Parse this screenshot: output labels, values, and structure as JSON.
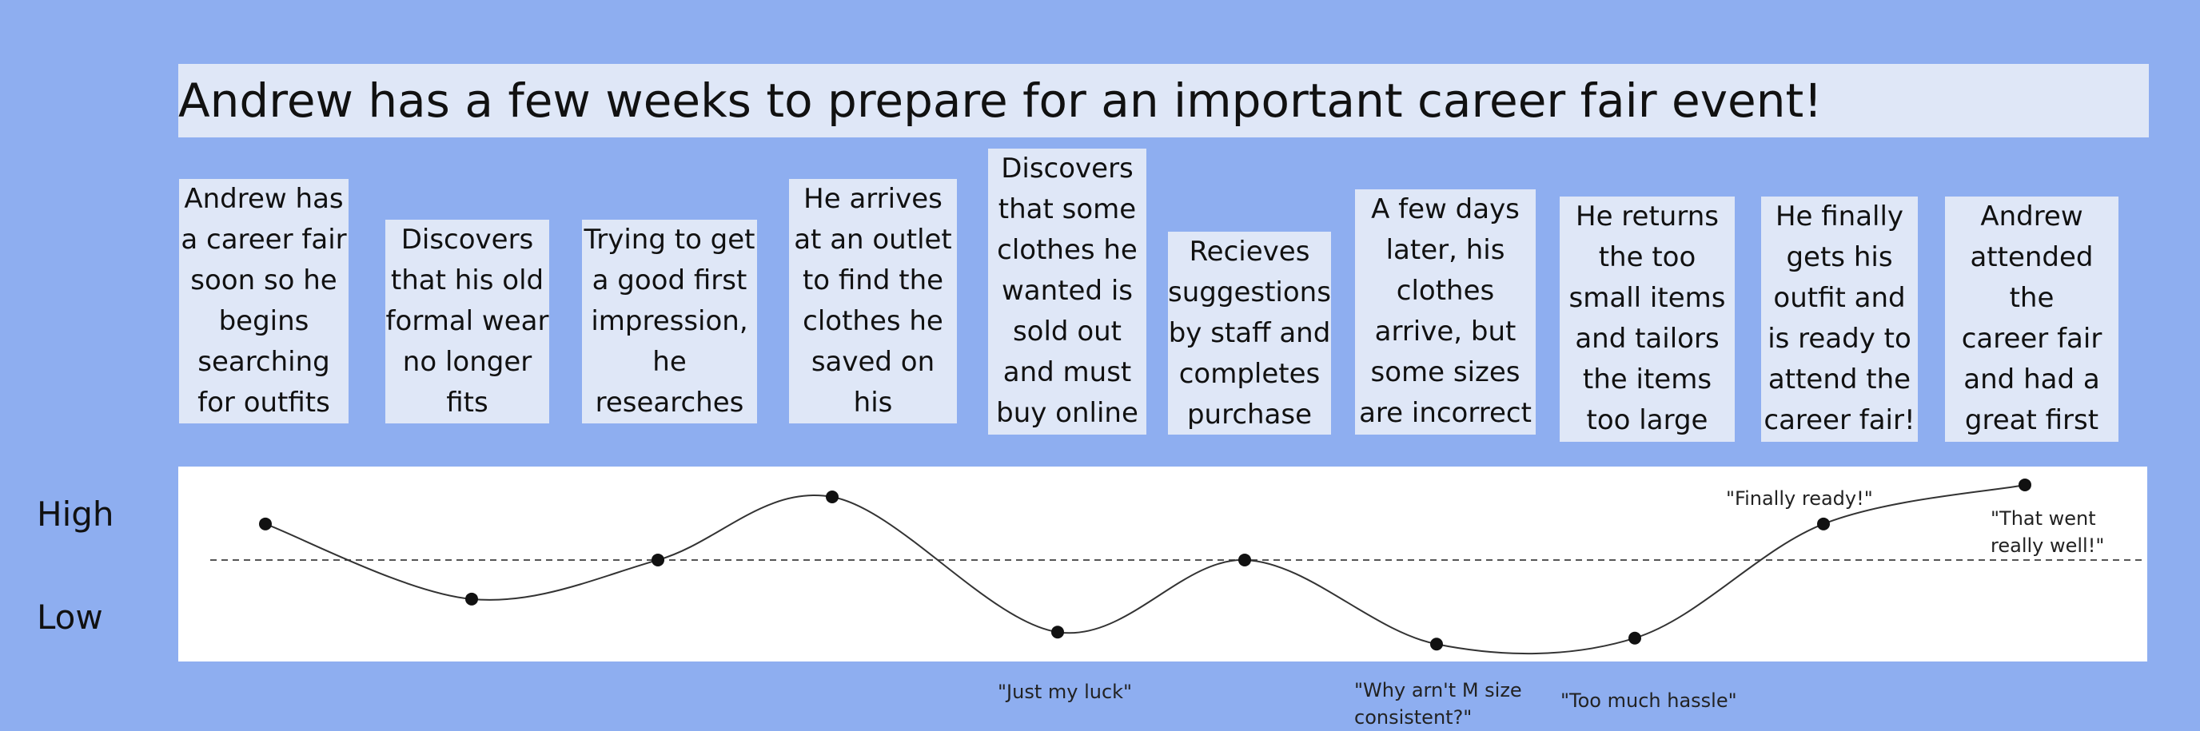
{
  "title": "Andrew has a few weeks to prepare for an important career fair event!",
  "steps": [
    "Andrew has\na career fair\nsoon so he\nbegins\nsearching\nfor outfits",
    "Discovers\nthat his old\nformal wear\nno longer\nfits",
    "Trying to get\na good first\nimpression,\nhe\nresearches",
    "He arrives\nat an outlet\nto find the\nclothes he\nsaved on his\nphone",
    "Discovers\nthat some\nclothes he\nwanted is\nsold out\nand must\nbuy online",
    "Recieves\nsuggestions\nby staff and\ncompletes\npurchase",
    "A few days\nlater, his\nclothes\narrive, but\nsome sizes\nare incorrect",
    "He returns\nthe too\nsmall items\nand tailors\nthe items\ntoo large",
    "He finally\ngets his\noutfit and\nis ready to\nattend the\ncareer fair!",
    "Andrew\nattended the\ncareer fair\nand had a\ngreat first\nimpression!"
  ],
  "axis": {
    "high": "High",
    "low": "Low"
  },
  "quotes": [
    "\"Finally ready!\"",
    "\"That went\nreally well!\"",
    "\"Just my luck\"",
    "\"Why arn't M size\nconsistent?\"",
    "\"Too much hassle\""
  ],
  "chart_data": {
    "type": "line",
    "emotion_levels": [
      0.82,
      0.32,
      0.58,
      1.0,
      0.1,
      0.58,
      0.02,
      0.06,
      0.82,
      1.08
    ],
    "baseline_level": 0.58,
    "colors": {
      "background": "#8eaef0",
      "card": "#dfe7f7",
      "panel": "#ffffff",
      "line": "#333333",
      "point": "#111111"
    }
  }
}
